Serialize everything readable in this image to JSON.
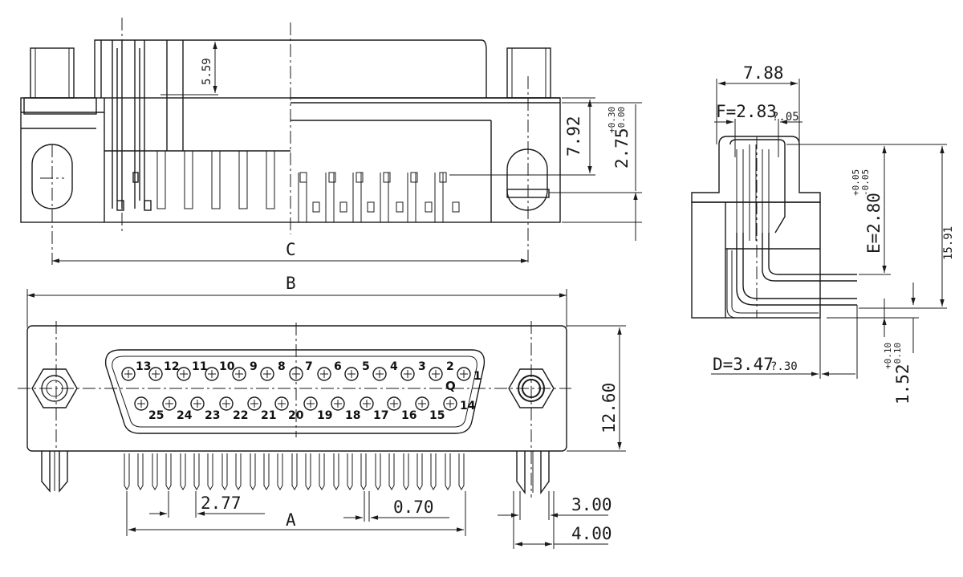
{
  "labels": {
    "dim_a": "A",
    "dim_b": "B",
    "dim_c": "C",
    "d_559": "5.59",
    "d_792": "7.92",
    "d_275": "2.75",
    "d_275_tol_plus": "+0.30",
    "d_275_tol_minus": "-0.00",
    "d_1260": "12.60",
    "d_277": "2.77",
    "d_070": "0.70",
    "d_300": "3.00",
    "d_400": "4.00",
    "d_788": "7.88",
    "f_label": "F=2.83",
    "f_tol": "?.05",
    "e_label": "E=2.80",
    "e_tol_plus": "+0.05",
    "e_tol_minus": "-0.05",
    "d_1591": "15.91",
    "d_label": "D=3.47",
    "d_tol": "?.30",
    "d_152": "1.52",
    "d_152_tol_plus": "+0.10",
    "d_152_tol_minus": "-0.10",
    "polarity_mark": "Q"
  },
  "top_row_pins": [
    "13",
    "12",
    "11",
    "10",
    "9",
    "8",
    "7",
    "6",
    "5",
    "4",
    "3",
    "2",
    "1"
  ],
  "bottom_row_pins": [
    "25",
    "24",
    "23",
    "22",
    "21",
    "20",
    "19",
    "18",
    "17",
    "16",
    "15",
    "14"
  ]
}
